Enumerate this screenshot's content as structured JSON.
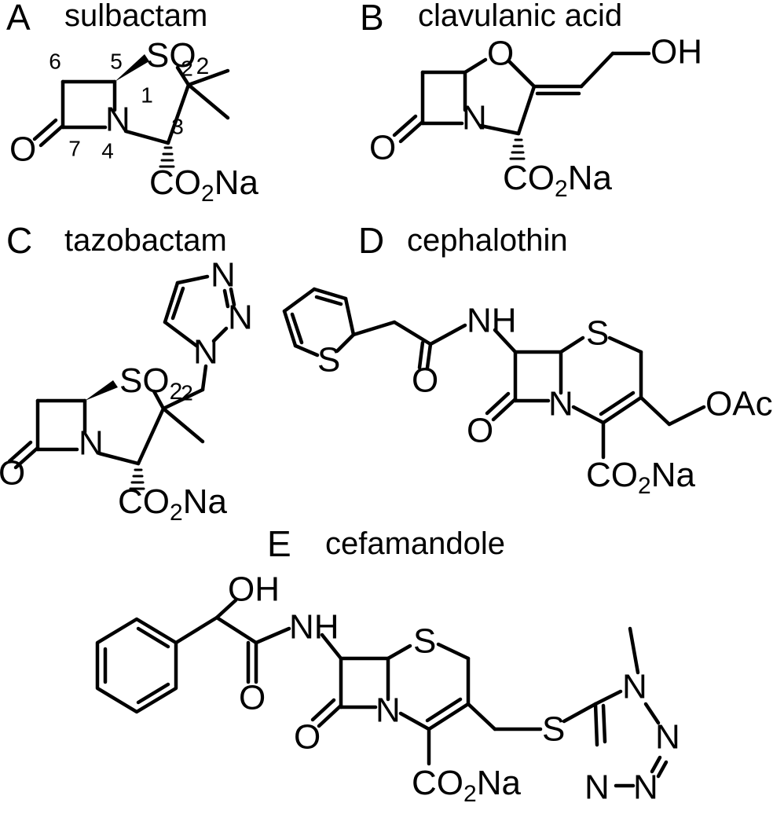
{
  "panels": {
    "A": {
      "letter": "A",
      "name": "sulbactam",
      "atoms": {
        "sulfone_S": "SO",
        "sulfone_sub": "2",
        "N": "N",
        "O": "O",
        "carboxylate": "CO",
        "carboxylate_sub": "2",
        "carboxylate_salt": "Na"
      },
      "locants": [
        "6",
        "5",
        "1",
        "2",
        "3",
        "4",
        "7"
      ]
    },
    "B": {
      "letter": "B",
      "name": "clavulanic acid",
      "atoms": {
        "ring_O": "O",
        "hydroxyl": "OH",
        "N": "N",
        "O": "O",
        "carboxylate": "CO",
        "carboxylate_sub": "2",
        "carboxylate_salt": "Na"
      }
    },
    "C": {
      "letter": "C",
      "name": "tazobactam",
      "atoms": {
        "triazole_N1": "N",
        "triazole_N2": "N",
        "triazole_N3": "N",
        "sulfone_S": "SO",
        "sulfone_sub": "2",
        "N": "N",
        "O": "O",
        "carboxylate": "CO",
        "carboxylate_sub": "2",
        "carboxylate_salt": "Na"
      },
      "locants": [
        "2"
      ]
    },
    "D": {
      "letter": "D",
      "name": "cephalothin",
      "atoms": {
        "thiophene_S": "S",
        "amide_NH": "NH",
        "amide_O": "O",
        "ring_S": "S",
        "N": "N",
        "O": "O",
        "acetoxy": "OAc",
        "carboxylate": "CO",
        "carboxylate_sub": "2",
        "carboxylate_salt": "Na"
      }
    },
    "E": {
      "letter": "E",
      "name": "cefamandole",
      "atoms": {
        "hydroxyl": "OH",
        "amide_NH": "NH",
        "amide_O": "O",
        "ring_S": "S",
        "N": "N",
        "O": "O",
        "thioether_S": "S",
        "tetrazole_N1": "N",
        "tetrazole_N2": "N",
        "tetrazole_N3": "N",
        "tetrazole_N4": "N",
        "carboxylate": "CO",
        "carboxylate_sub": "2",
        "carboxylate_salt": "Na"
      }
    }
  }
}
